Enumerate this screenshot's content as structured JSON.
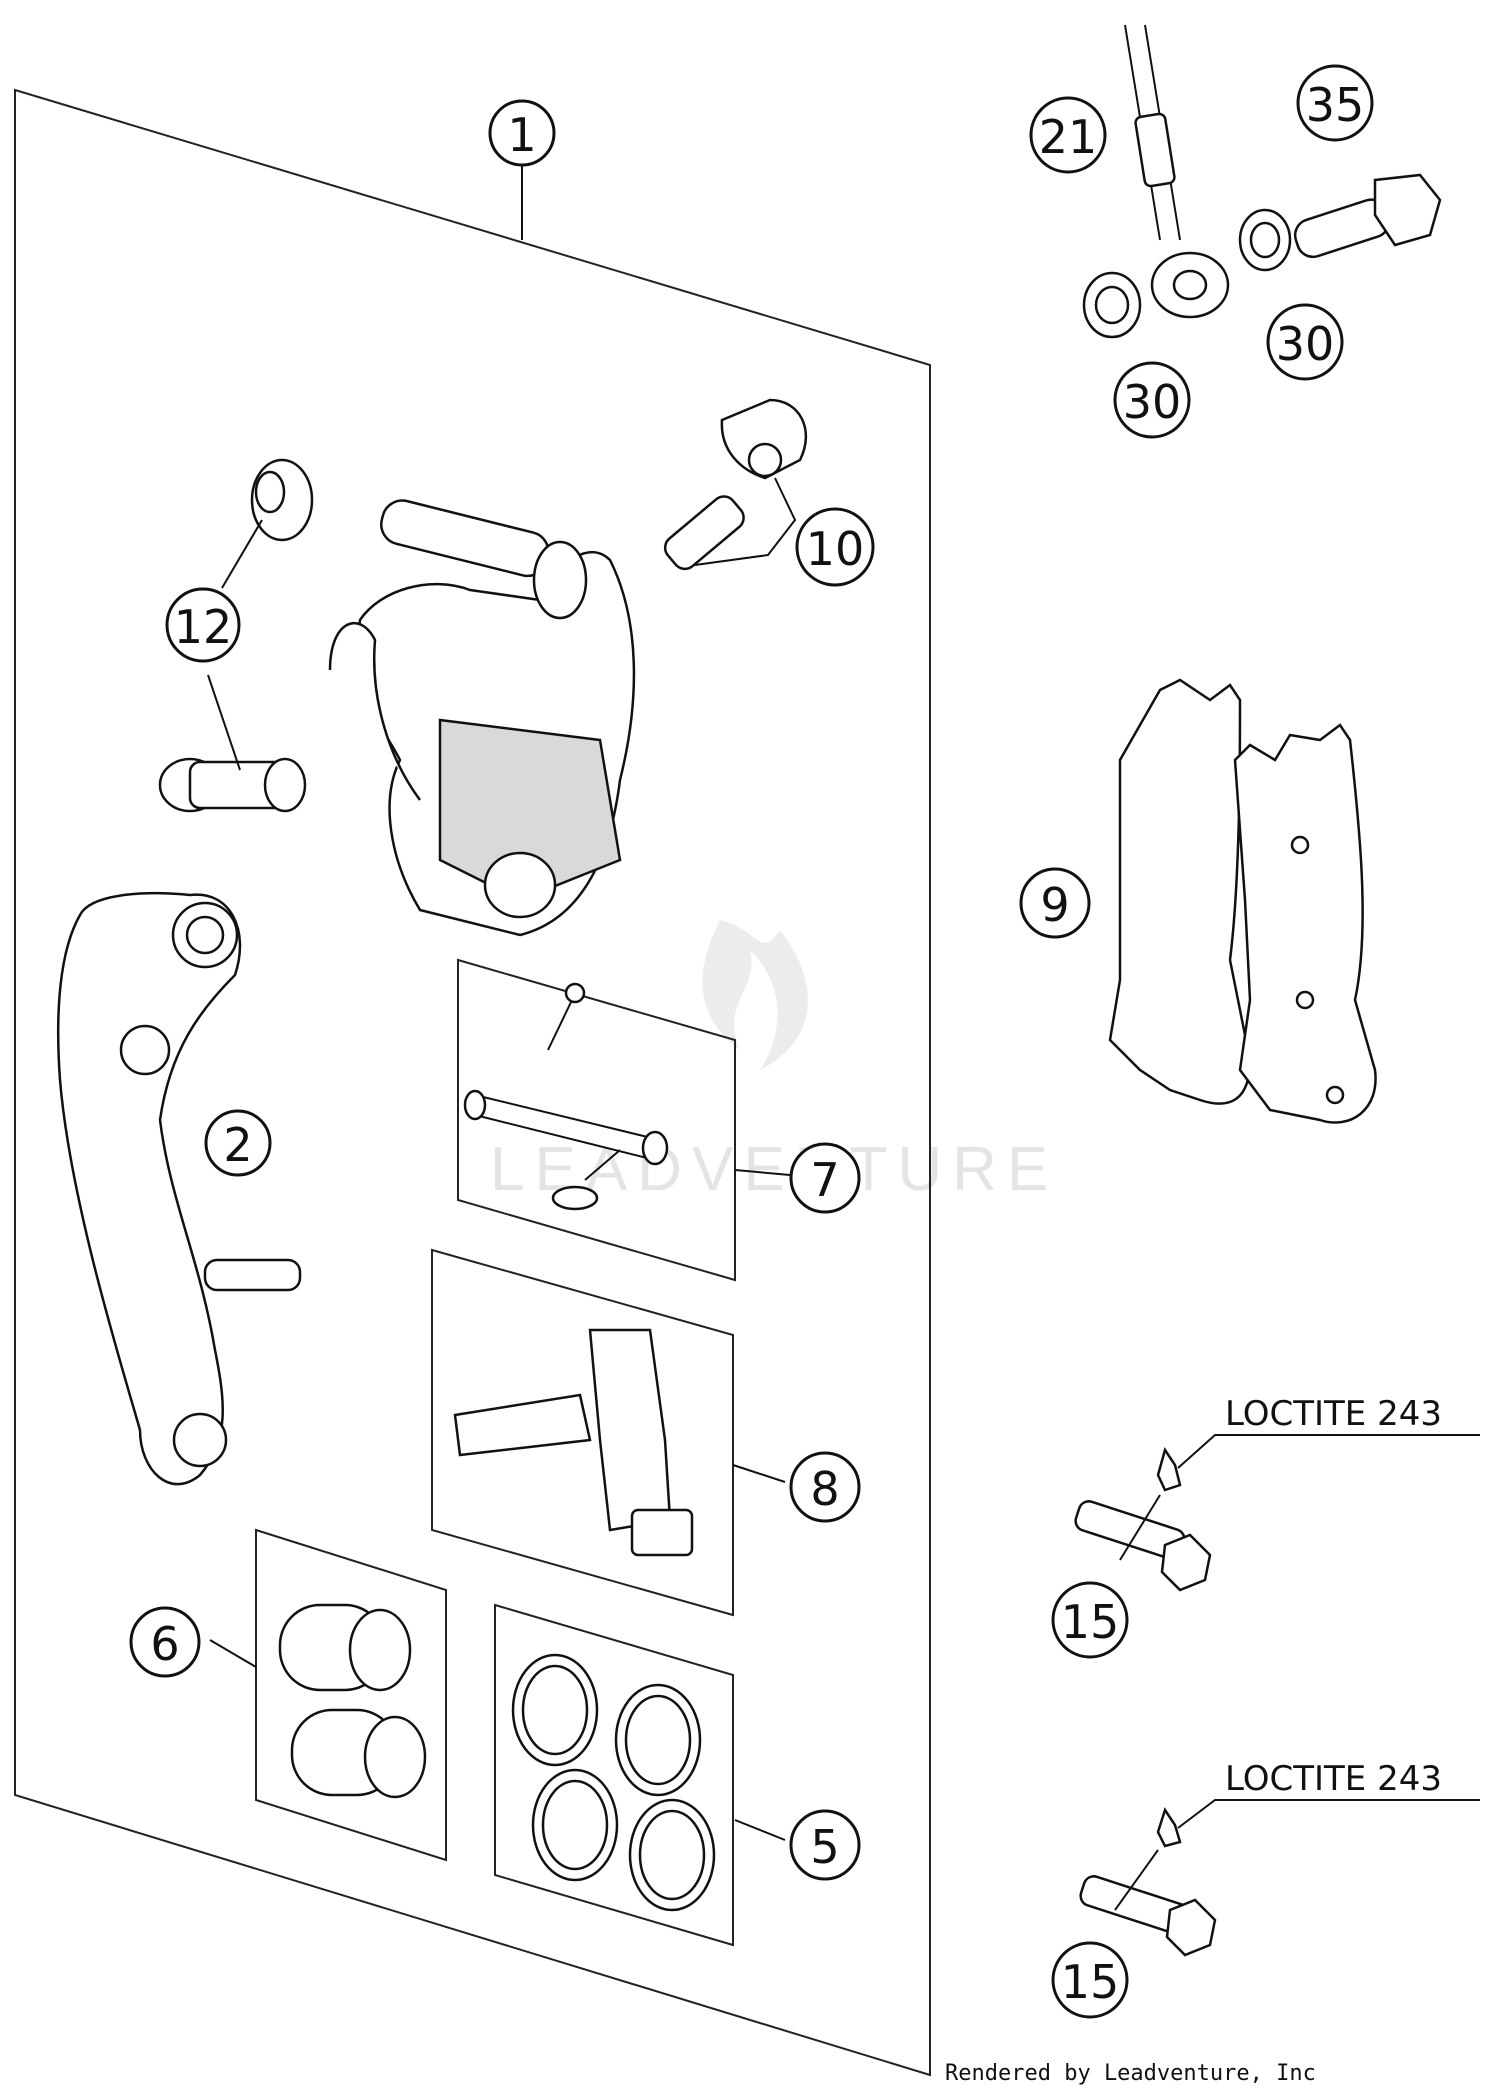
{
  "callouts": {
    "c1": "1",
    "c2": "2",
    "c5": "5",
    "c6": "6",
    "c7": "7",
    "c8": "8",
    "c9": "9",
    "c10": "10",
    "c12": "12",
    "c15a": "15",
    "c15b": "15",
    "c21": "21",
    "c30a": "30",
    "c30b": "30",
    "c35": "35"
  },
  "annotations": {
    "loctite_top": "LOCTITE 243",
    "loctite_bottom": "LOCTITE 243"
  },
  "watermark": {
    "text": "LEADVENTURE"
  },
  "credit": {
    "text": "Rendered by Leadventure, Inc"
  },
  "colors": {
    "line": "#111111",
    "watermark": "#e4e4e4"
  }
}
